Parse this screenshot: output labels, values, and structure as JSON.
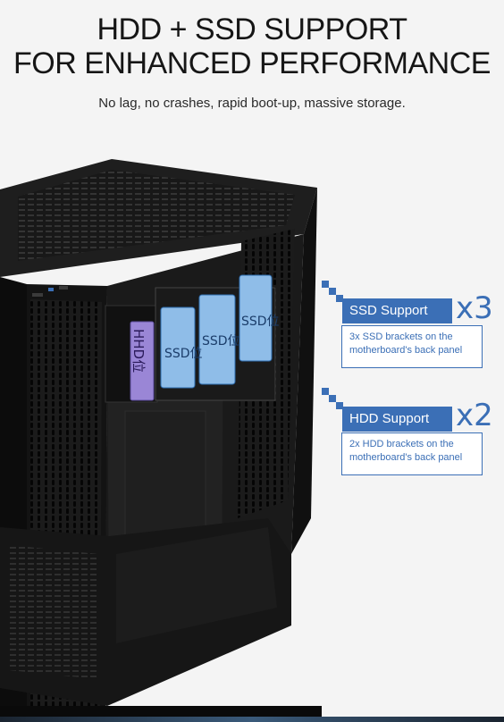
{
  "headline": {
    "line1": "HDD + SSD SUPPORT",
    "line2": "FOR ENHANCED PERFORMANCE"
  },
  "tagline": "No lag, no crashes, rapid boot-up, massive storage.",
  "case": {
    "hdd_slot_label": "HHD位",
    "ssd_slot_labels": [
      "SSD位",
      "SSD位",
      "SSD位"
    ]
  },
  "callouts": {
    "ssd": {
      "title": "SSD Support",
      "multiplier": "x3",
      "description": "3x SSD brackets on the motherboard's back panel"
    },
    "hdd": {
      "title": "HDD Support",
      "multiplier": "x2",
      "description": "2x HDD brackets on the motherboard's back panel"
    }
  },
  "colors": {
    "accent": "#3b6fb6",
    "case": "#141414",
    "ssd_tray": "#8fbde8",
    "hdd_tray": "#9a86d6"
  }
}
